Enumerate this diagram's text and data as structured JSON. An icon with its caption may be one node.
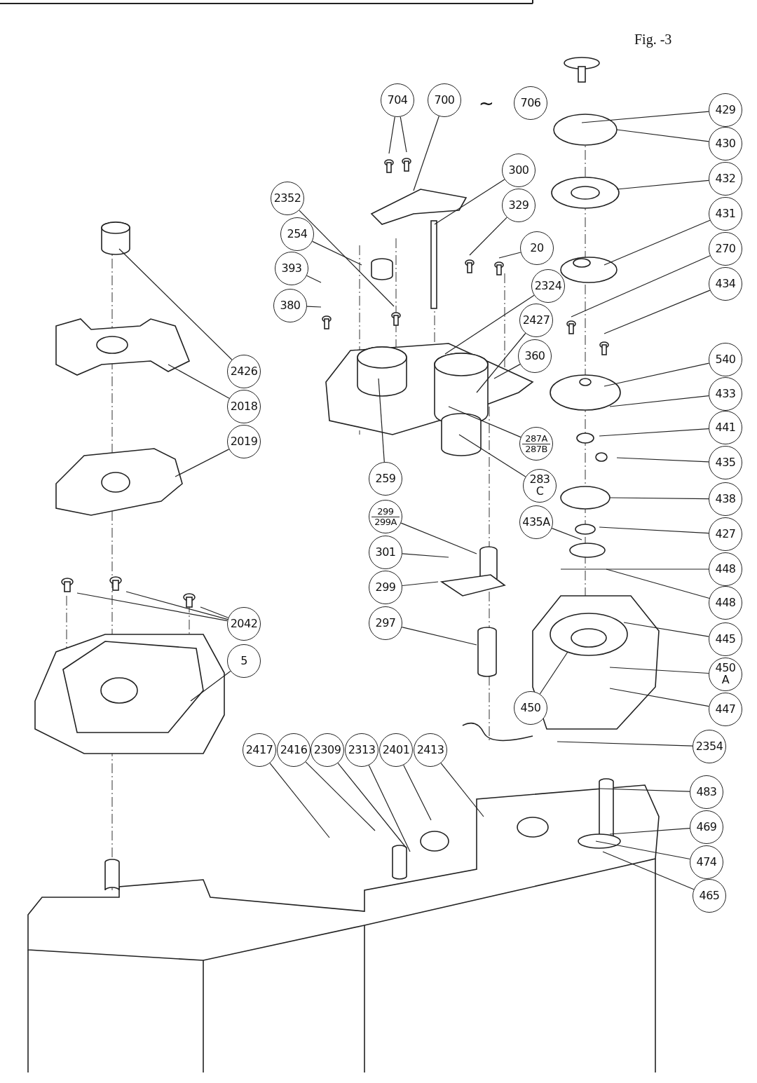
{
  "diagram": {
    "nodes": [
      {
        "text": [
          "704"
        ]
      },
      {
        "text": [
          "700"
        ]
      },
      {
        "text": [
          "706"
        ]
      },
      {
        "text": [
          "429"
        ]
      },
      {
        "text": [
          "430"
        ]
      },
      {
        "text": [
          "300"
        ]
      },
      {
        "text": [
          "432"
        ]
      },
      {
        "text": [
          "2352"
        ]
      },
      {
        "text": [
          "329"
        ]
      },
      {
        "text": [
          "431"
        ]
      },
      {
        "text": [
          "254"
        ]
      },
      {
        "text": [
          "20"
        ]
      },
      {
        "text": [
          "270"
        ]
      },
      {
        "text": [
          "393"
        ]
      },
      {
        "text": [
          "434"
        ]
      },
      {
        "text": [
          "2324"
        ]
      },
      {
        "text": [
          "380"
        ]
      },
      {
        "text": [
          "2427"
        ]
      },
      {
        "text": [
          "2426"
        ]
      },
      {
        "text": [
          "360"
        ]
      },
      {
        "text": [
          "540"
        ]
      },
      {
        "text": [
          "433"
        ]
      },
      {
        "text": [
          "2018"
        ]
      },
      {
        "text": [
          "441"
        ]
      },
      {
        "text": [
          "2019"
        ]
      },
      {
        "text": [
          "435"
        ]
      },
      {
        "text": [
          "259"
        ]
      },
      {
        "text": [
          "287A",
          "287B"
        ]
      },
      {
        "text": [
          "283 C"
        ]
      },
      {
        "text": [
          "438"
        ]
      },
      {
        "text": [
          "299",
          "299A"
        ]
      },
      {
        "text": [
          "435A"
        ]
      },
      {
        "text": [
          "427"
        ]
      },
      {
        "text": [
          "301"
        ]
      },
      {
        "text": [
          "448"
        ]
      },
      {
        "text": [
          "299"
        ]
      },
      {
        "text": [
          "448"
        ]
      },
      {
        "text": [
          "2042"
        ]
      },
      {
        "text": [
          "297"
        ]
      },
      {
        "text": [
          "445"
        ]
      },
      {
        "text": [
          "5"
        ]
      },
      {
        "text": [
          "450 A"
        ]
      },
      {
        "text": [
          "450"
        ]
      },
      {
        "text": [
          "447"
        ]
      },
      {
        "text": [
          "2354"
        ]
      },
      {
        "text": [
          "2417"
        ]
      },
      {
        "text": [
          "2416"
        ]
      },
      {
        "text": [
          "2309"
        ]
      },
      {
        "text": [
          "2313"
        ]
      },
      {
        "text": [
          "2401"
        ]
      },
      {
        "text": [
          "2413"
        ]
      },
      {
        "text": [
          "483"
        ]
      },
      {
        "text": [
          "469"
        ]
      },
      {
        "text": [
          "474"
        ]
      },
      {
        "text": [
          "465"
        ]
      }
    ],
    "edges": [
      {
        "from": 0,
        "to": null,
        "arrow": "none"
      },
      {
        "from": 0,
        "to": null,
        "arrow": "none"
      },
      {
        "from": 1,
        "to": null,
        "arrow": "none"
      },
      {
        "from": 3,
        "to": null,
        "arrow": "none"
      },
      {
        "from": 4,
        "to": null,
        "arrow": "none"
      },
      {
        "from": 5,
        "to": null,
        "arrow": "none"
      },
      {
        "from": 6,
        "to": null,
        "arrow": "none"
      },
      {
        "from": 7,
        "to": null,
        "arrow": "none"
      },
      {
        "from": 8,
        "to": null,
        "arrow": "none"
      },
      {
        "from": 9,
        "to": null,
        "arrow": "none"
      },
      {
        "from": 10,
        "to": null,
        "arrow": "none"
      },
      {
        "from": 11,
        "to": null,
        "arrow": "none"
      },
      {
        "from": 12,
        "to": null,
        "arrow": "none"
      },
      {
        "from": 13,
        "to": null,
        "arrow": "none"
      },
      {
        "from": 14,
        "to": null,
        "arrow": "none"
      },
      {
        "from": 15,
        "to": null,
        "arrow": "none"
      },
      {
        "from": 16,
        "to": null,
        "arrow": "none"
      },
      {
        "from": 17,
        "to": null,
        "arrow": "none"
      },
      {
        "from": 18,
        "to": null,
        "arrow": "none"
      },
      {
        "from": 19,
        "to": null,
        "arrow": "none"
      },
      {
        "from": 20,
        "to": null,
        "arrow": "none"
      },
      {
        "from": 21,
        "to": null,
        "arrow": "none"
      },
      {
        "from": 22,
        "to": null,
        "arrow": "none"
      },
      {
        "from": 23,
        "to": null,
        "arrow": "none"
      },
      {
        "from": 24,
        "to": null,
        "arrow": "none"
      },
      {
        "from": 25,
        "to": null,
        "arrow": "none"
      },
      {
        "from": 26,
        "to": null,
        "arrow": "none"
      },
      {
        "from": 27,
        "to": null,
        "arrow": "none"
      },
      {
        "from": 28,
        "to": null,
        "arrow": "none"
      },
      {
        "from": 29,
        "to": null,
        "arrow": "none"
      },
      {
        "from": 30,
        "to": null,
        "arrow": "none"
      },
      {
        "from": 31,
        "to": null,
        "arrow": "none"
      },
      {
        "from": 32,
        "to": null,
        "arrow": "none"
      },
      {
        "from": 33,
        "to": null,
        "arrow": "none"
      },
      {
        "from": 34,
        "to": null,
        "arrow": "none"
      },
      {
        "from": 35,
        "to": null,
        "arrow": "none"
      },
      {
        "from": 36,
        "to": null,
        "arrow": "none"
      },
      {
        "from": 37,
        "to": null,
        "arrow": "none"
      },
      {
        "from": 37,
        "to": null,
        "arrow": "none"
      },
      {
        "from": 37,
        "to": null,
        "arrow": "none"
      },
      {
        "from": 38,
        "to": null,
        "arrow": "none"
      },
      {
        "from": 39,
        "to": null,
        "arrow": "none"
      },
      {
        "from": 40,
        "to": null,
        "arrow": "none"
      },
      {
        "from": 41,
        "to": null,
        "arrow": "none"
      },
      {
        "from": 42,
        "to": null,
        "arrow": "none"
      },
      {
        "from": 43,
        "to": null,
        "arrow": "none"
      },
      {
        "from": 44,
        "to": null,
        "arrow": "none"
      },
      {
        "from": 45,
        "to": null,
        "arrow": "none"
      },
      {
        "from": 46,
        "to": null,
        "arrow": "none"
      },
      {
        "from": 47,
        "to": null,
        "arrow": "none"
      },
      {
        "from": 48,
        "to": null,
        "arrow": "none"
      },
      {
        "from": 49,
        "to": null,
        "arrow": "none"
      },
      {
        "from": 50,
        "to": null,
        "arrow": "none"
      },
      {
        "from": 51,
        "to": null,
        "arrow": "none"
      },
      {
        "from": 52,
        "to": null,
        "arrow": "none"
      },
      {
        "from": 53,
        "to": null,
        "arrow": "none"
      },
      {
        "from": 54,
        "to": null,
        "arrow": "none"
      }
    ],
    "labels": [
      "Fig. -3",
      "~"
    ]
  }
}
